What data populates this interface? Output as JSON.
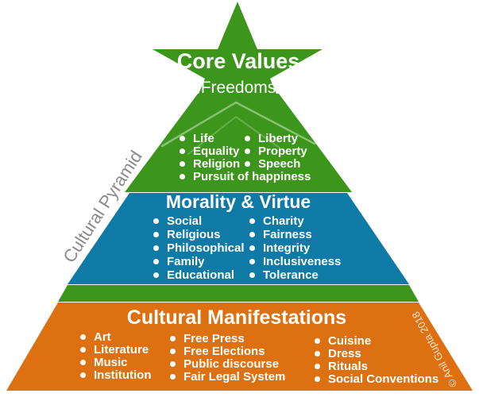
{
  "watermark_left": "Cultural Pyramid",
  "copyright": "© Anil Gupta 2018",
  "colors": {
    "green": "#3b961b",
    "blue": "#0f7aa6",
    "orange": "#dd7011",
    "watermark_gray": "#8a8a8a",
    "text": "#ffffff"
  },
  "tiers": [
    {
      "name": "core-values",
      "title": "Core Values",
      "subtitle": "Freedoms",
      "columns": [
        [
          "Life",
          "Equality",
          "Religion",
          "Pursuit of happiness"
        ],
        [
          "Liberty",
          "Property",
          "Speech"
        ]
      ]
    },
    {
      "name": "morality-virtue",
      "title": "Morality & Virtue",
      "columns": [
        [
          "Social",
          "Religious",
          "Philosophical",
          "Family",
          "Educational"
        ],
        [
          "Charity",
          "Fairness",
          "Integrity",
          "Inclusiveness",
          "Tolerance"
        ]
      ]
    },
    {
      "name": "cultural-manifestations",
      "title": "Cultural Manifestations",
      "columns": [
        [
          "Art",
          "Literature",
          "Music",
          "Institution"
        ],
        [
          "Free Press",
          "Free Elections",
          "Public discourse",
          "Fair Legal System"
        ],
        [
          "Cuisine",
          "Dress",
          "Rituals",
          "Social Conventions"
        ]
      ]
    }
  ]
}
